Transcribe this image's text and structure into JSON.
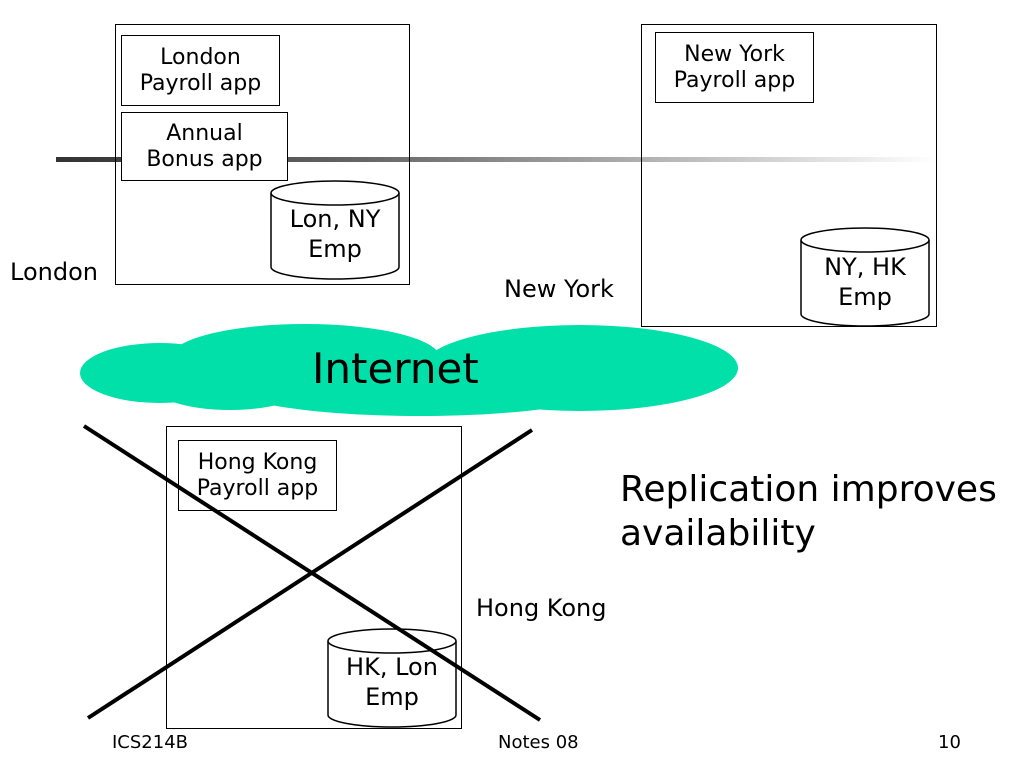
{
  "sites": {
    "london": {
      "label": "London",
      "apps": [
        {
          "line1": "London",
          "line2": "Payroll app"
        },
        {
          "line1": "Annual",
          "line2": "Bonus app"
        }
      ],
      "db": {
        "line1": "Lon, NY",
        "line2": "Emp"
      }
    },
    "newyork": {
      "label": "New York",
      "apps": [
        {
          "line1": "New York",
          "line2": "Payroll app"
        }
      ],
      "db": {
        "line1": "NY, HK",
        "line2": "Emp"
      }
    },
    "hongkong": {
      "label": "Hong Kong",
      "apps": [
        {
          "line1": "Hong Kong",
          "line2": "Payroll app"
        }
      ],
      "db": {
        "line1": "HK, Lon",
        "line2": "Emp"
      }
    }
  },
  "internet_label": "Internet",
  "note": {
    "line1": "Replication improves",
    "line2": "availability"
  },
  "footer": {
    "left": "ICS214B",
    "center": "Notes 08",
    "right": "10"
  },
  "colors": {
    "cloud": "#00e0a8"
  }
}
